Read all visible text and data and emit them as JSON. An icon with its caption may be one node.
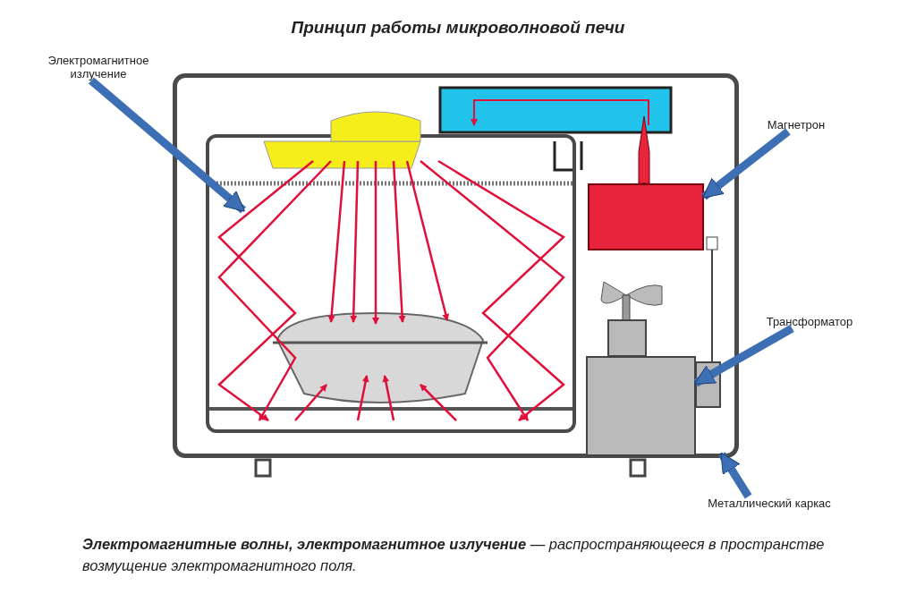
{
  "diagram": {
    "title": "Принцип работы микроволновой печи",
    "caption": "**Электромагнитные волны, электромагнитное излучение** — распространяющееся в пространстве возмущение электромагнитного поля.",
    "nodes": [
      {
        "text": [
          "Электромагнитное излучение"
        ]
      },
      {
        "text": [
          "Магнетрон"
        ]
      },
      {
        "text": [
          "Трансформатор"
        ]
      },
      {
        "text": [
          "Металлический каркас"
        ]
      },
      {
        "text": [],
        "shape": "box"
      },
      {
        "text": [],
        "shape": "box",
        "in": 4
      },
      {
        "text": [],
        "shape": "box",
        "in": 4
      }
    ],
    "edges": [
      {
        "from": 0,
        "to": null,
        "arrow": "to"
      },
      {
        "from": 1,
        "to": 5,
        "arrow": "to"
      },
      {
        "from": 2,
        "to": 6,
        "arrow": "to"
      },
      {
        "from": 3,
        "to": 4,
        "arrow": "to"
      }
    ]
  }
}
